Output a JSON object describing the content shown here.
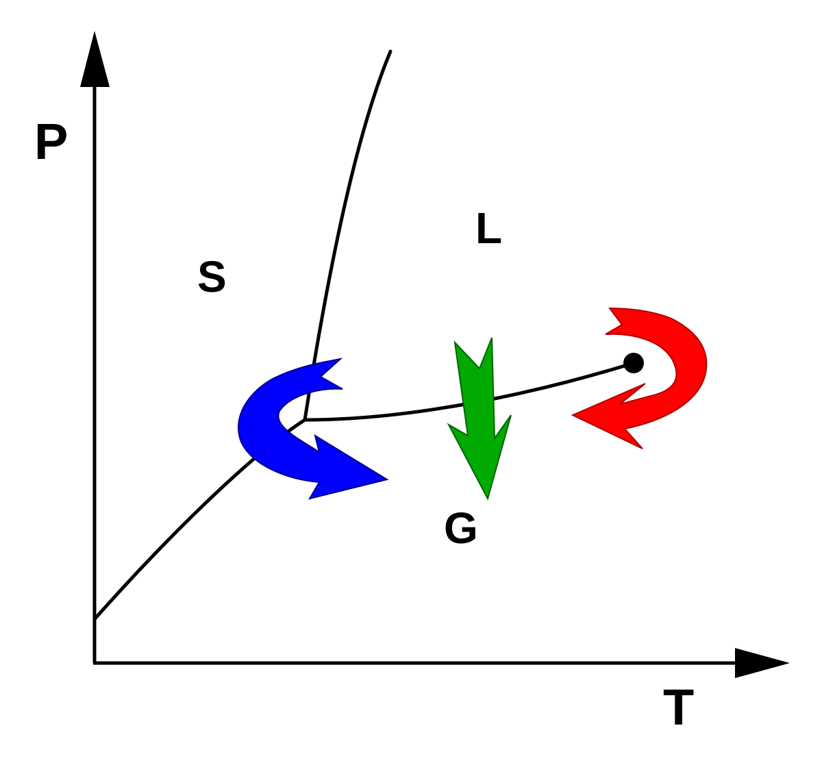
{
  "axes": {
    "y_label": "P",
    "x_label": "T"
  },
  "regions": {
    "solid": "S",
    "liquid": "L",
    "gas": "G"
  },
  "arrows": {
    "blue": {
      "color": "#0000ff",
      "edge": "#00008b"
    },
    "green": {
      "color": "#00aa00",
      "edge": "#006400"
    },
    "red": {
      "color": "#ff0000",
      "edge": "#b00000"
    }
  },
  "critical_point_color": "#000000"
}
